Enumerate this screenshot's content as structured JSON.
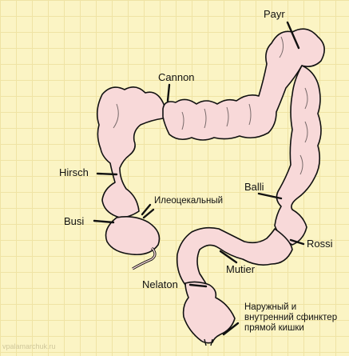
{
  "labels": {
    "payr": "Payr",
    "cannon": "Cannon",
    "hirsch": "Hirsch",
    "ileocecal": "Илеоцекальный",
    "busi": "Busi",
    "balli": "Balli",
    "rossi": "Rossi",
    "mutier": "Mutier",
    "nelaton": "Nelaton",
    "sphincter": "Наружный и внутренний сфинктер прямой кишки"
  },
  "watermark": "vpalamarchuk.ru",
  "colors": {
    "background": "#fbf4c4",
    "bowel_fill": "#f8d9d9",
    "outline": "#111111"
  }
}
